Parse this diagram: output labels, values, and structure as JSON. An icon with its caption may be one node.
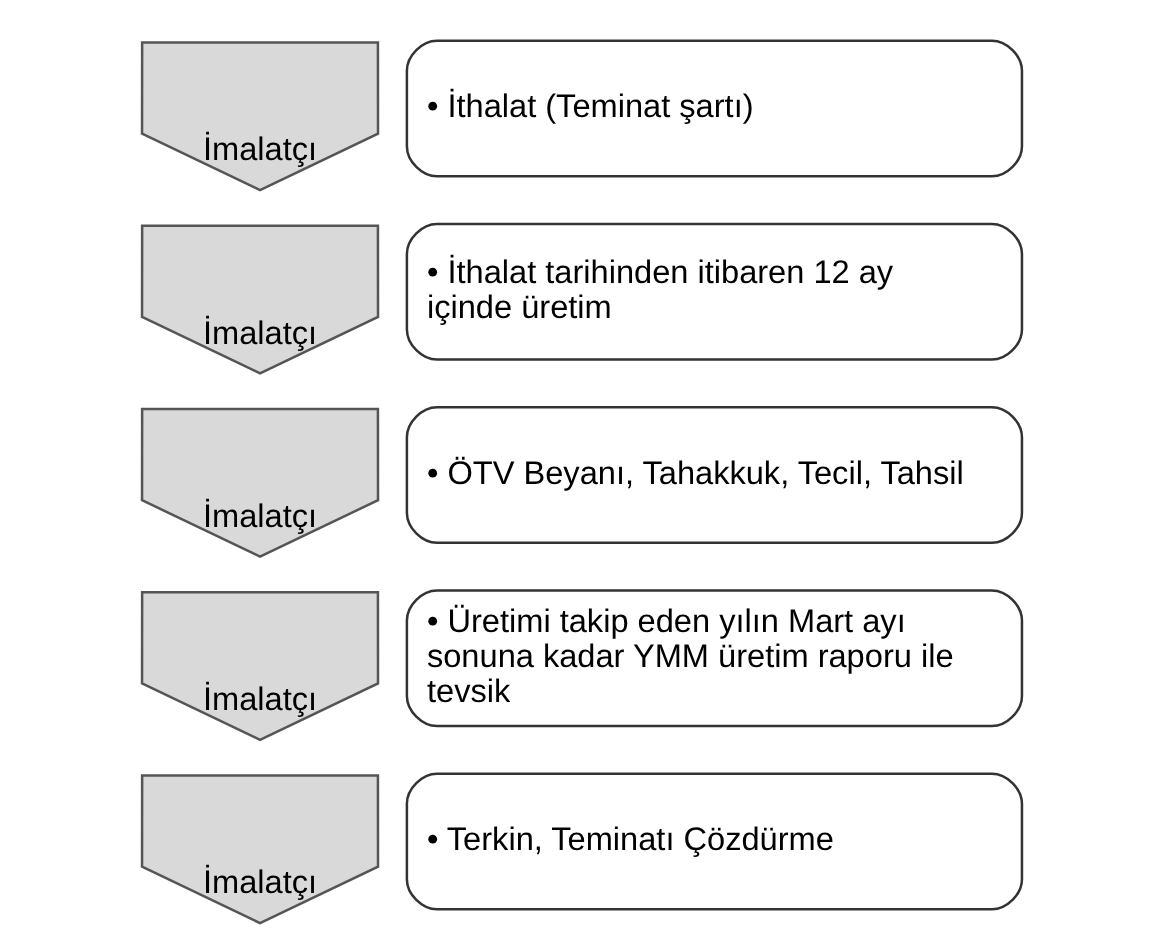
{
  "diagram": {
    "nodes": [
      {
        "text": [
          "İmalatçı"
        ]
      },
      {
        "text": [
          "• İthalat (Teminat şartı)"
        ]
      },
      {
        "text": [
          "İmalatçı"
        ]
      },
      {
        "text": [
          "• İthalat tarihinden itibaren 12 ay içinde üretim"
        ]
      },
      {
        "text": [
          "İmalatçı"
        ]
      },
      {
        "text": [
          "• ÖTV Beyanı, Tahakkuk, Tecil, Tahsil"
        ]
      },
      {
        "text": [
          "İmalatçı"
        ]
      },
      {
        "text": [
          "• Üretimi takip eden yılın Mart ayı sonuna kadar YMM üretim raporu ile tevsik"
        ]
      },
      {
        "text": [
          "İmalatçı"
        ]
      },
      {
        "text": [
          "• Terkin, Teminatı Çözdürme"
        ]
      }
    ],
    "edges": []
  }
}
